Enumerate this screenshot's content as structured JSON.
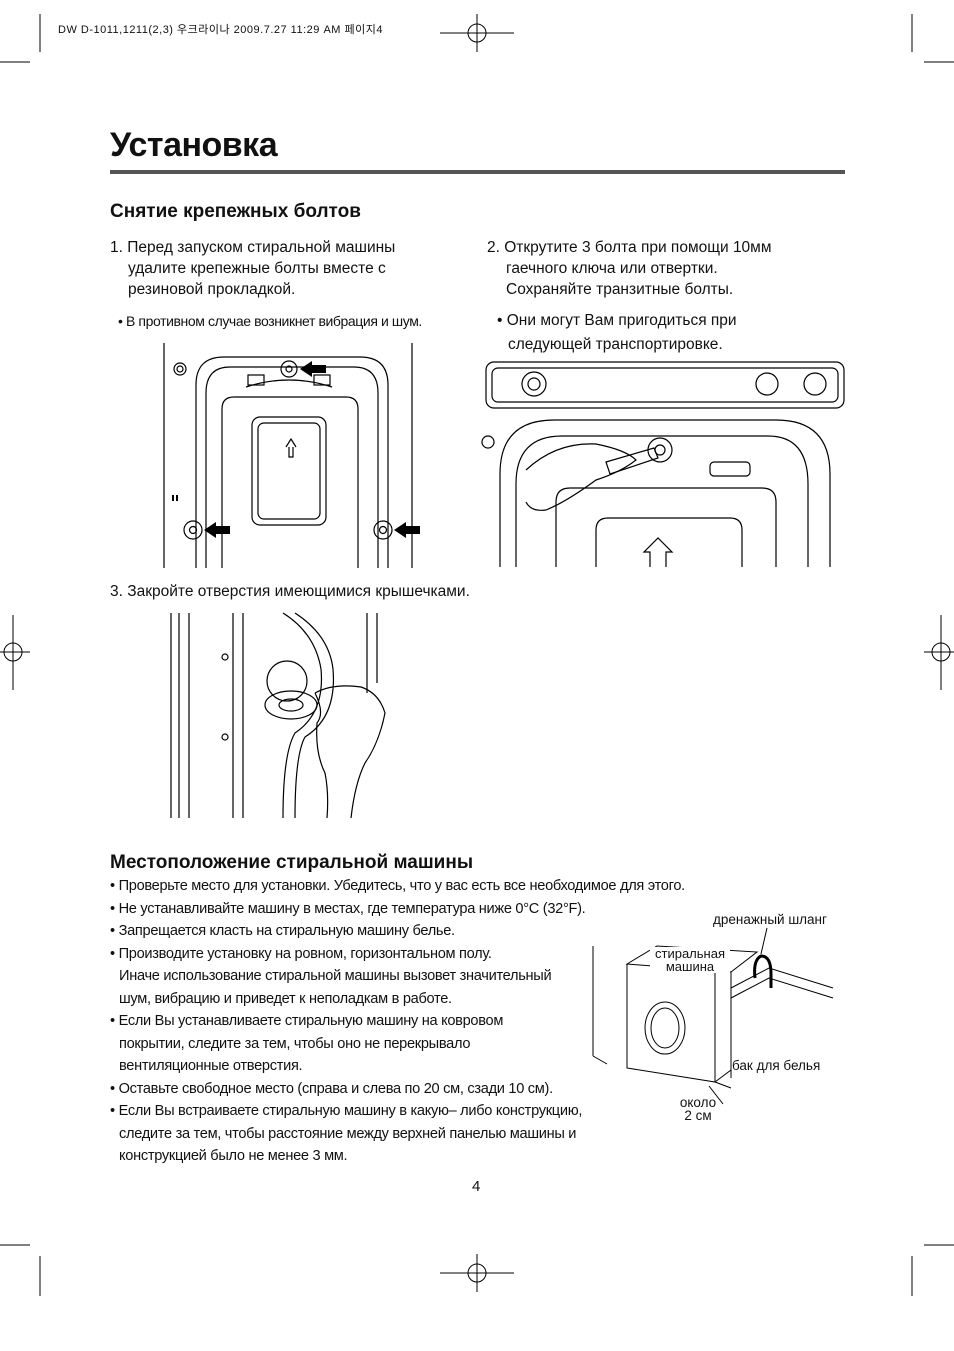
{
  "print_header": "DW D-1011,1211(2,3) 우크라이나  2009.7.27 11:29 AM 페이지4",
  "title": "Установка",
  "section1": {
    "heading": "Снятие крепежных болтов",
    "step1": [
      "1. Перед запуском стиральной машины",
      "удалите крепежные болты вместе с",
      "резиновой прокладкой."
    ],
    "note1": "• В противном случае возникнет вибрация и шум.",
    "step2": [
      "2. Открутите 3 болта при помощи 10мм",
      "гаечного ключа или отвертки.",
      "Сохраняйте транзитные болты."
    ],
    "note2": [
      "• Они могут Вам пригодиться при",
      "следующей транспортировке."
    ],
    "step3": "3. Закройте отверстия имеющимися крышечками."
  },
  "section2": {
    "heading": "Местоположение стиральной машины",
    "bullets": [
      "• Проверьте место для установки. Убедитесь, что у вас есть все необходимое для этого.",
      "• Не устанавливайте машину в местах, где температура ниже 0°C (32°F).",
      "• Запрещается класть на стиральную машину белье.",
      "• Производите установку на ровном, горизонтальном полу.",
      "Иначе использование стиральной машины вызовет значительный",
      "шум, вибрацию и приведет к неполадкам в работе.",
      "• Если Вы устанавливаете стиральную машину на ковровом",
      "покрытии, следите за тем, чтобы оно не перекрывало",
      "вентиляционные отверстия.",
      "• Оставьте свободное место (справа и слева по 20 см, сзади 10 см).",
      "• Если Вы встраиваете стиральную машину в какую– либо конструкцию,",
      "следите за тем, чтобы расстояние между верхней панелью машины и",
      "конструкцией было не менее 3 мм."
    ],
    "diagram_labels": {
      "drain_hose": "дренажный шланг",
      "machine_line1": "стиральная",
      "machine_line2": "машина",
      "laundry_tank": "бак для белья",
      "gap_line1": "около",
      "gap_line2": "2 см"
    }
  },
  "page_number": "4"
}
